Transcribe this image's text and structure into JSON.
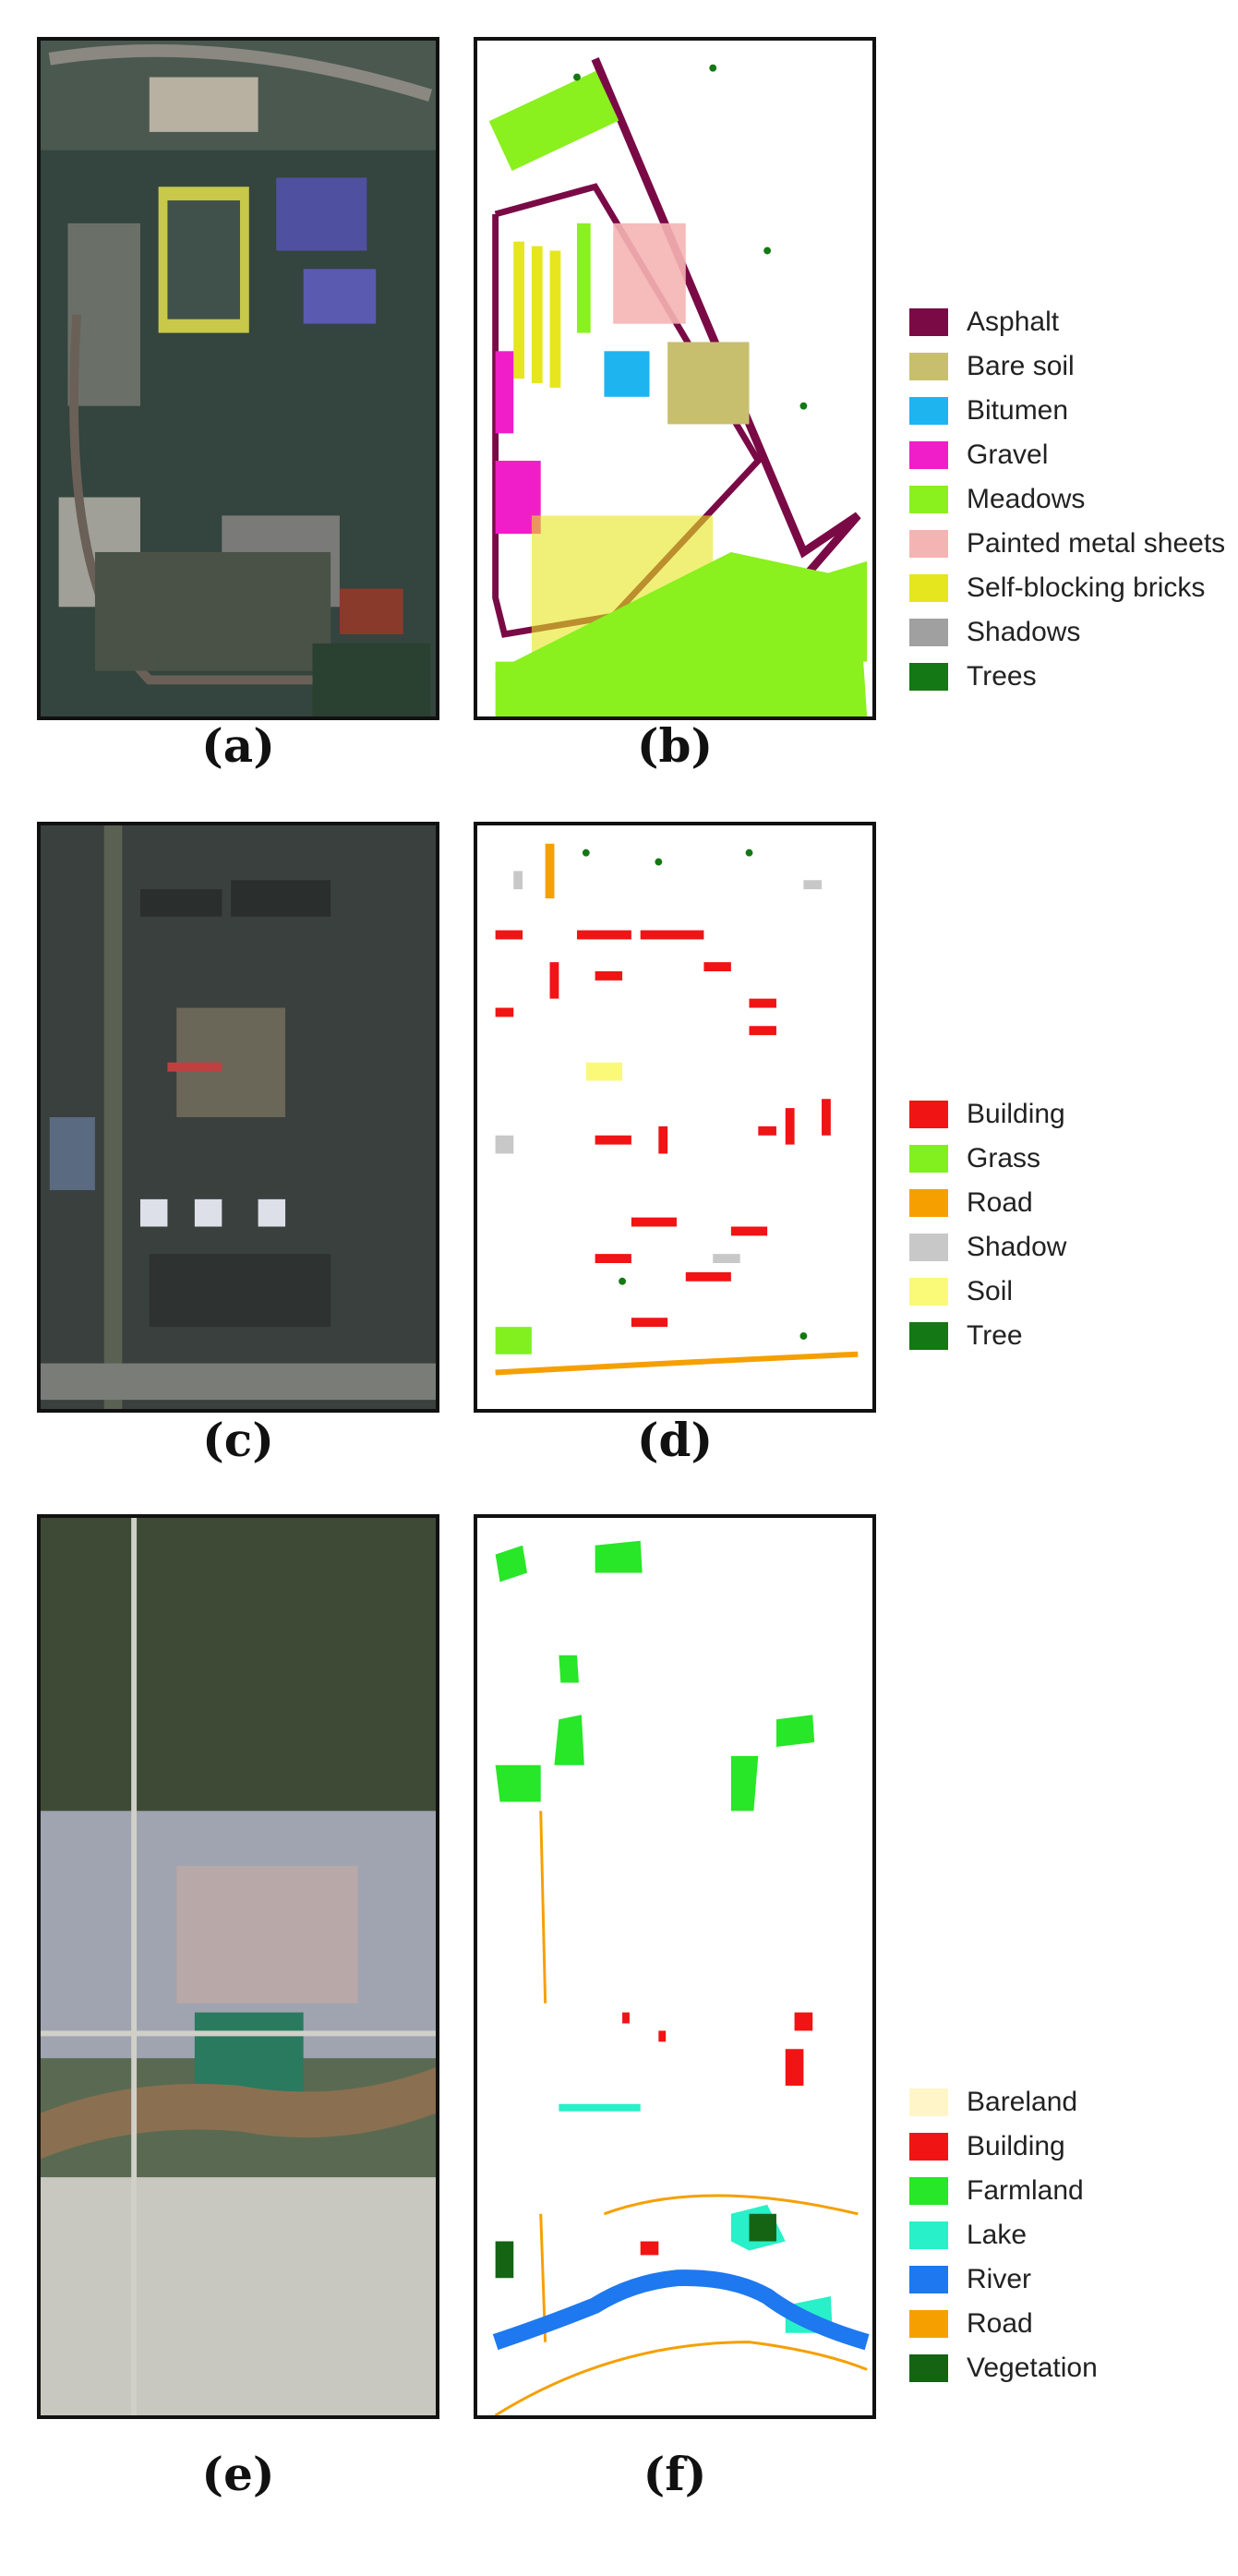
{
  "panel_labels": {
    "a": "(a)",
    "b": "(b)",
    "c": "(c)",
    "d": "(d)",
    "e": "(e)",
    "f": "(f)"
  },
  "legend1": [
    {
      "label": "Asphalt",
      "color": "#7a0a46"
    },
    {
      "label": "Bare soil",
      "color": "#c8bf6e"
    },
    {
      "label": "Bitumen",
      "color": "#1eb4f0"
    },
    {
      "label": "Gravel",
      "color": "#f01ec8"
    },
    {
      "label": "Meadows",
      "color": "#8af01e"
    },
    {
      "label": "Painted metal sheets",
      "color": "#f5b4b4"
    },
    {
      "label": "Self-blocking bricks",
      "color": "#e6e61e"
    },
    {
      "label": "Shadows",
      "color": "#a0a0a0"
    },
    {
      "label": "Trees",
      "color": "#147814"
    }
  ],
  "legend2": [
    {
      "label": "Building",
      "color": "#f01414"
    },
    {
      "label": "Grass",
      "color": "#82f01e"
    },
    {
      "label": "Road",
      "color": "#f5a000"
    },
    {
      "label": "Shadow",
      "color": "#c8c8c8"
    },
    {
      "label": "Soil",
      "color": "#fafa78"
    },
    {
      "label": "Tree",
      "color": "#147814"
    }
  ],
  "legend3": [
    {
      "label": "Bareland",
      "color": "#fff5c8"
    },
    {
      "label": "Building",
      "color": "#f01414"
    },
    {
      "label": "Farmland",
      "color": "#28e628"
    },
    {
      "label": "Lake",
      "color": "#28f0c8"
    },
    {
      "label": "River",
      "color": "#1e78f0"
    },
    {
      "label": "Road",
      "color": "#f5a000"
    },
    {
      "label": "Vegetation",
      "color": "#146414"
    }
  ]
}
